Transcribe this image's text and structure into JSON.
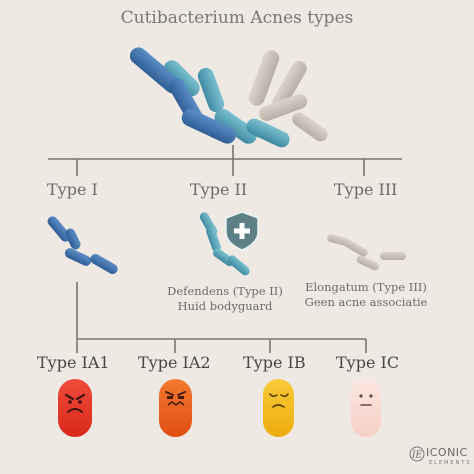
{
  "title": "Cutibacterium Acnes types",
  "types": {
    "type1": "Type I",
    "type2": "Type II",
    "type3": "Type III"
  },
  "captions": {
    "type2_line1": "Defendens (Type II)",
    "type2_line2": "Huid bodyguard",
    "type3_line1": "Elongatum (Type III)",
    "type3_line2": "Geen acne associatie"
  },
  "subtypes": {
    "ia1": "Type IA1",
    "ia2": "Type IA2",
    "ib": "Type IB",
    "ic": "Type IC"
  },
  "logo": {
    "name": "ICONIC",
    "sub": "ELEMENTS",
    "monogram": "IE"
  },
  "colors": {
    "background": "#efe9e4",
    "type1_blue": "#3b6fa9",
    "type2_teal": "#4f9bb1",
    "type3_beige": "#c9beb6",
    "line": "#7a746f",
    "angry_red": "#e53224",
    "annoyed_orange": "#ea5b1c",
    "sad_yellow": "#f4bd19",
    "neutral_pink": "#fadcd5"
  },
  "icons": {
    "shield": "shield-plus-icon",
    "angry": "angry-face-icon",
    "annoyed": "annoyed-face-icon",
    "sad": "sad-face-icon",
    "neutral": "neutral-face-icon"
  }
}
